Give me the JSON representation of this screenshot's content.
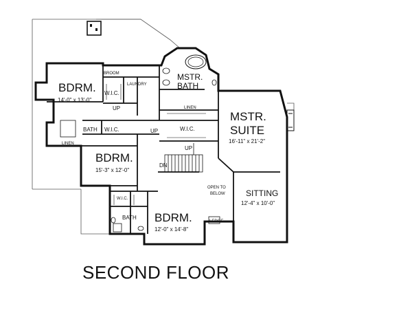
{
  "plan": {
    "caption": "SECOND FLOOR",
    "rooms": {
      "bdrm_nw": {
        "name": "BDRM.",
        "dims": "14'-0\" x 13'-0\""
      },
      "bdrm_w": {
        "name": "BDRM.",
        "dims": "15'-3\" x 12'-0\""
      },
      "bdrm_s": {
        "name": "BDRM.",
        "dims": "12'-0\" x 14'-8\""
      },
      "mstr_suite": {
        "name_line1": "MSTR.",
        "name_line2": "SUITE",
        "dims": "16'-11\" x 21'-2\""
      },
      "mstr_bath": {
        "name_line1": "MSTR.",
        "name_line2": "BATH"
      },
      "sitting": {
        "name": "SITTING",
        "dims": "12'-4\" x 10'-0\""
      },
      "open_below": {
        "line1": "OPEN TO",
        "line2": "BELOW"
      }
    },
    "small_labels": {
      "broom": "BROOM",
      "laundry": "LAUNDRY",
      "wic_nw": "W.I.C.",
      "wic_mid": "W.I.C.",
      "wic_master": "W.I.C.",
      "wic_sw": "W.I.C.",
      "bath_w": "BATH",
      "bath_sw": "BATH",
      "linen_w": "LINEN",
      "linen_master": "LINEN",
      "ledge": "LEDGE",
      "up_1": "UP",
      "up_2": "UP",
      "up_3": "UP",
      "dn": "DN"
    }
  }
}
